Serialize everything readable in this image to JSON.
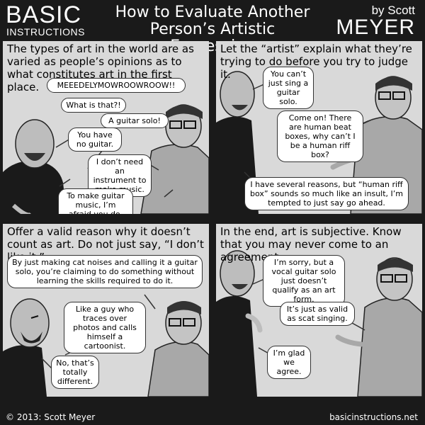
{
  "header": {
    "logo_line1": "BASIC",
    "logo_line2": "INSTRUCTIONS",
    "title": "How to Evaluate Another Person’s Artistic Expression",
    "byline": "by Scott",
    "author": "MEYER"
  },
  "panels": [
    {
      "caption": "The types of art in the world are as varied as people’s opinions as to what constitutes art in the first place.",
      "bubbles": [
        "MEEEDELYMOWROOWROOW!!",
        "What is that?!",
        "A guitar solo!",
        "You have no guitar.",
        "I don’t need an instrument to make music.",
        "To make guitar music, I’m afraid you do."
      ]
    },
    {
      "caption": "Let the “artist” explain what they’re trying to do before you try to judge it.",
      "bubbles": [
        "You can’t just sing a guitar solo.",
        "Come on! There are human beat boxes, why can’t I be a human riff box?",
        "I have several reasons, but “human riff box” sounds so much like an insult, I’m tempted to just say go ahead."
      ]
    },
    {
      "caption": "Offer a valid reason why it doesn’t count as art. Do not just say, “I don’t like it.”",
      "bubbles": [
        "By just making cat noises and calling it a guitar solo, you’re claiming to do something without learning the skills required to do it.",
        "Like a guy who traces over photos and calls himself a cartoonist.",
        "No, that’s totally different."
      ]
    },
    {
      "caption": "In the end, art is subjective. Know that you may never come to an agreement.",
      "bubbles": [
        "I’m sorry, but a vocal guitar solo just doesn’t qualify as an art form.",
        "It’s just as valid as scat singing.",
        "I’m glad we agree."
      ]
    }
  ],
  "footer": {
    "copyright": "© 2013: Scott Meyer",
    "site": "basicinstructions.net"
  }
}
